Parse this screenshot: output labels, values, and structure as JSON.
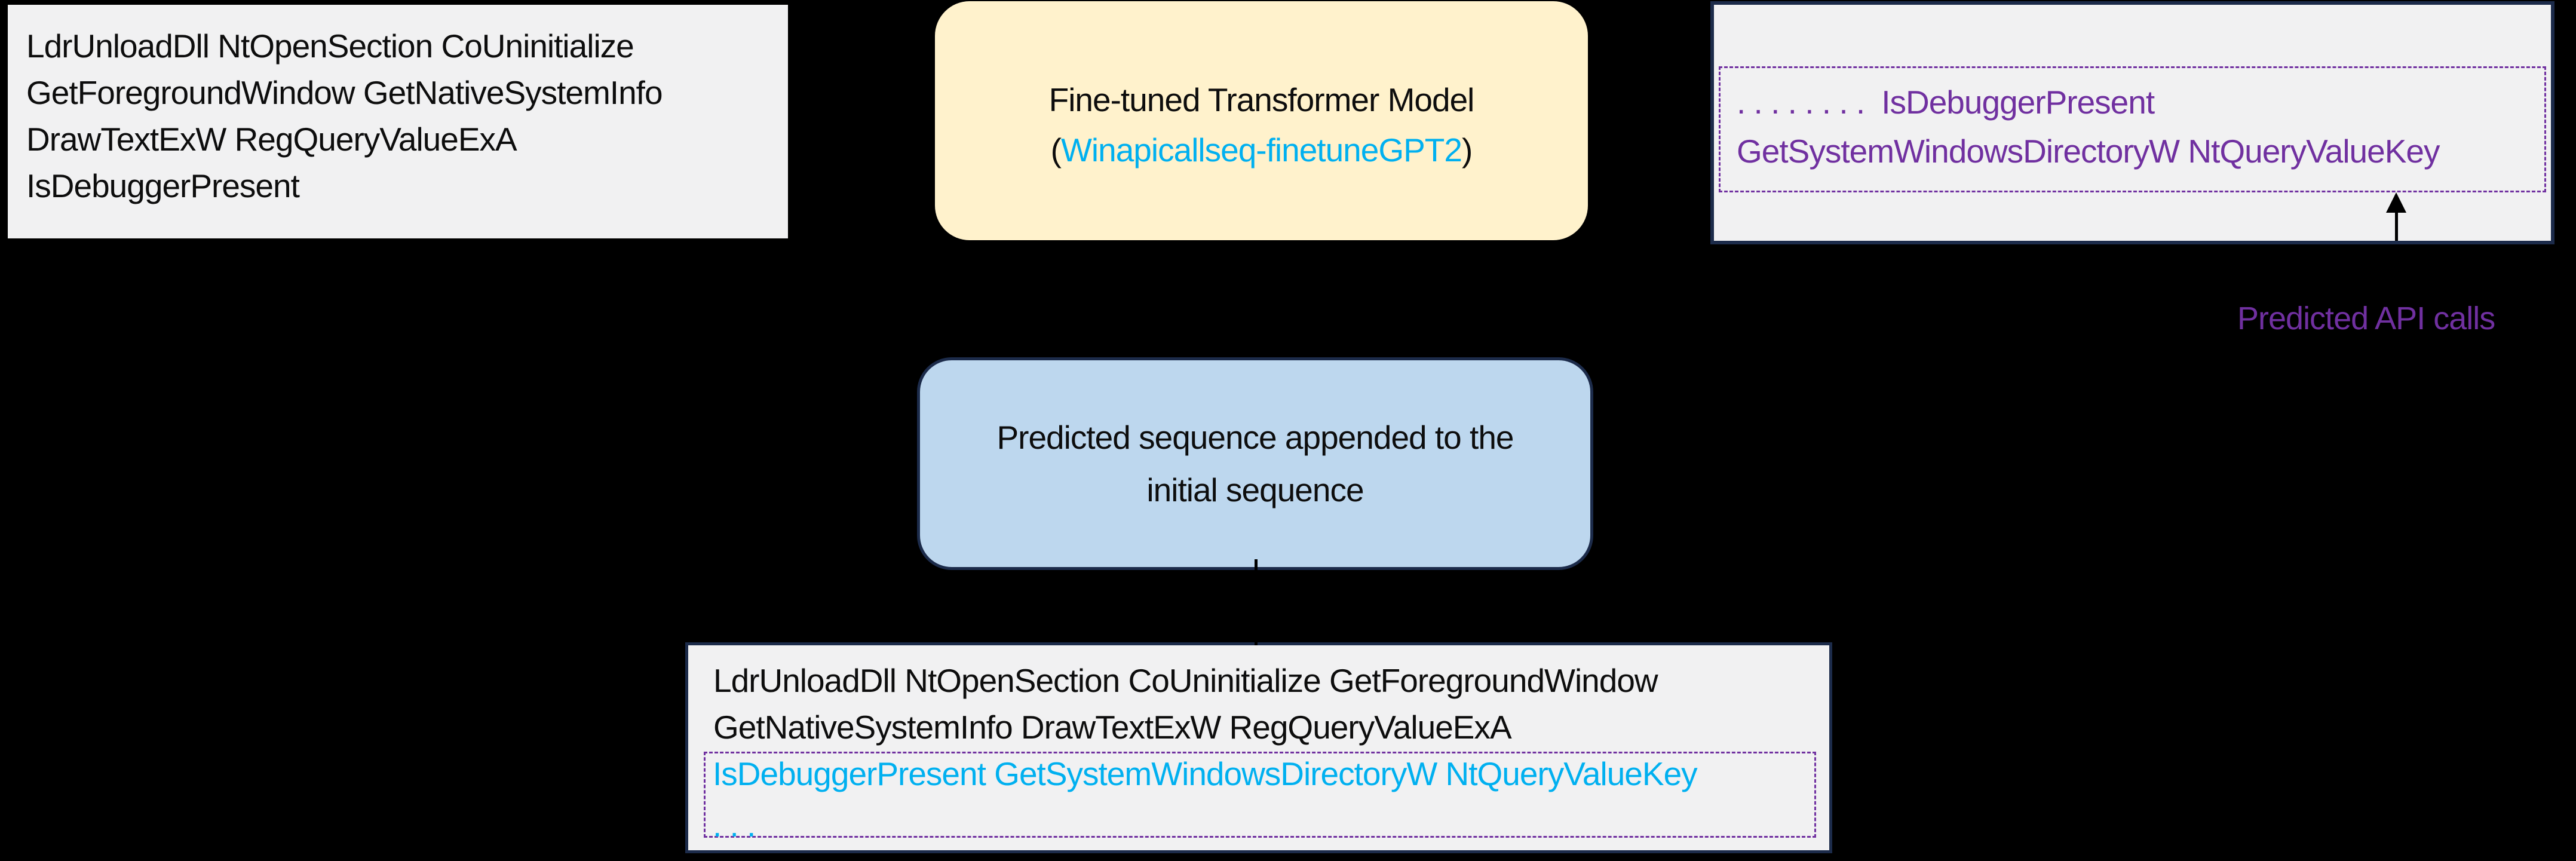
{
  "colors": {
    "background": "#000000",
    "box_gray": "#F1F1F2",
    "navy": "#1C2B4A",
    "purple": "#7030A0",
    "cyan": "#00B0F0",
    "yellow": "#FFF2CC",
    "blue": "#BDD7EE",
    "ink": "#0D0D0D"
  },
  "initial_sequence_box": {
    "lines": [
      "LdrUnloadDll NtOpenSection CoUninitialize",
      "GetForegroundWindow GetNativeSystemInfo",
      "DrawTextExW RegQueryValueExA",
      "IsDebuggerPresent"
    ]
  },
  "model_box": {
    "title": "Fine-tuned Transformer Model",
    "paren_open": "(",
    "model_name": "Winapicallseq-finetuneGPT2",
    "paren_close": ")"
  },
  "predicted_box": {
    "dots": ". . . . . . . .",
    "line1": "IsDebuggerPresent",
    "line2": "GetSystemWindowsDirectoryW NtQueryValueKey"
  },
  "predicted_label": "Predicted API calls",
  "appended_box": {
    "line1": "Predicted sequence appended to the",
    "line2": "initial sequence"
  },
  "final_box": {
    "black_line1": "LdrUnloadDll NtOpenSection CoUninitialize GetForegroundWindow",
    "black_line2": "GetNativeSystemInfo DrawTextExW RegQueryValueExA",
    "cyan_line": "IsDebuggerPresent GetSystemWindowsDirectoryW NtQueryValueKey",
    "ellipsis": ". . ."
  }
}
